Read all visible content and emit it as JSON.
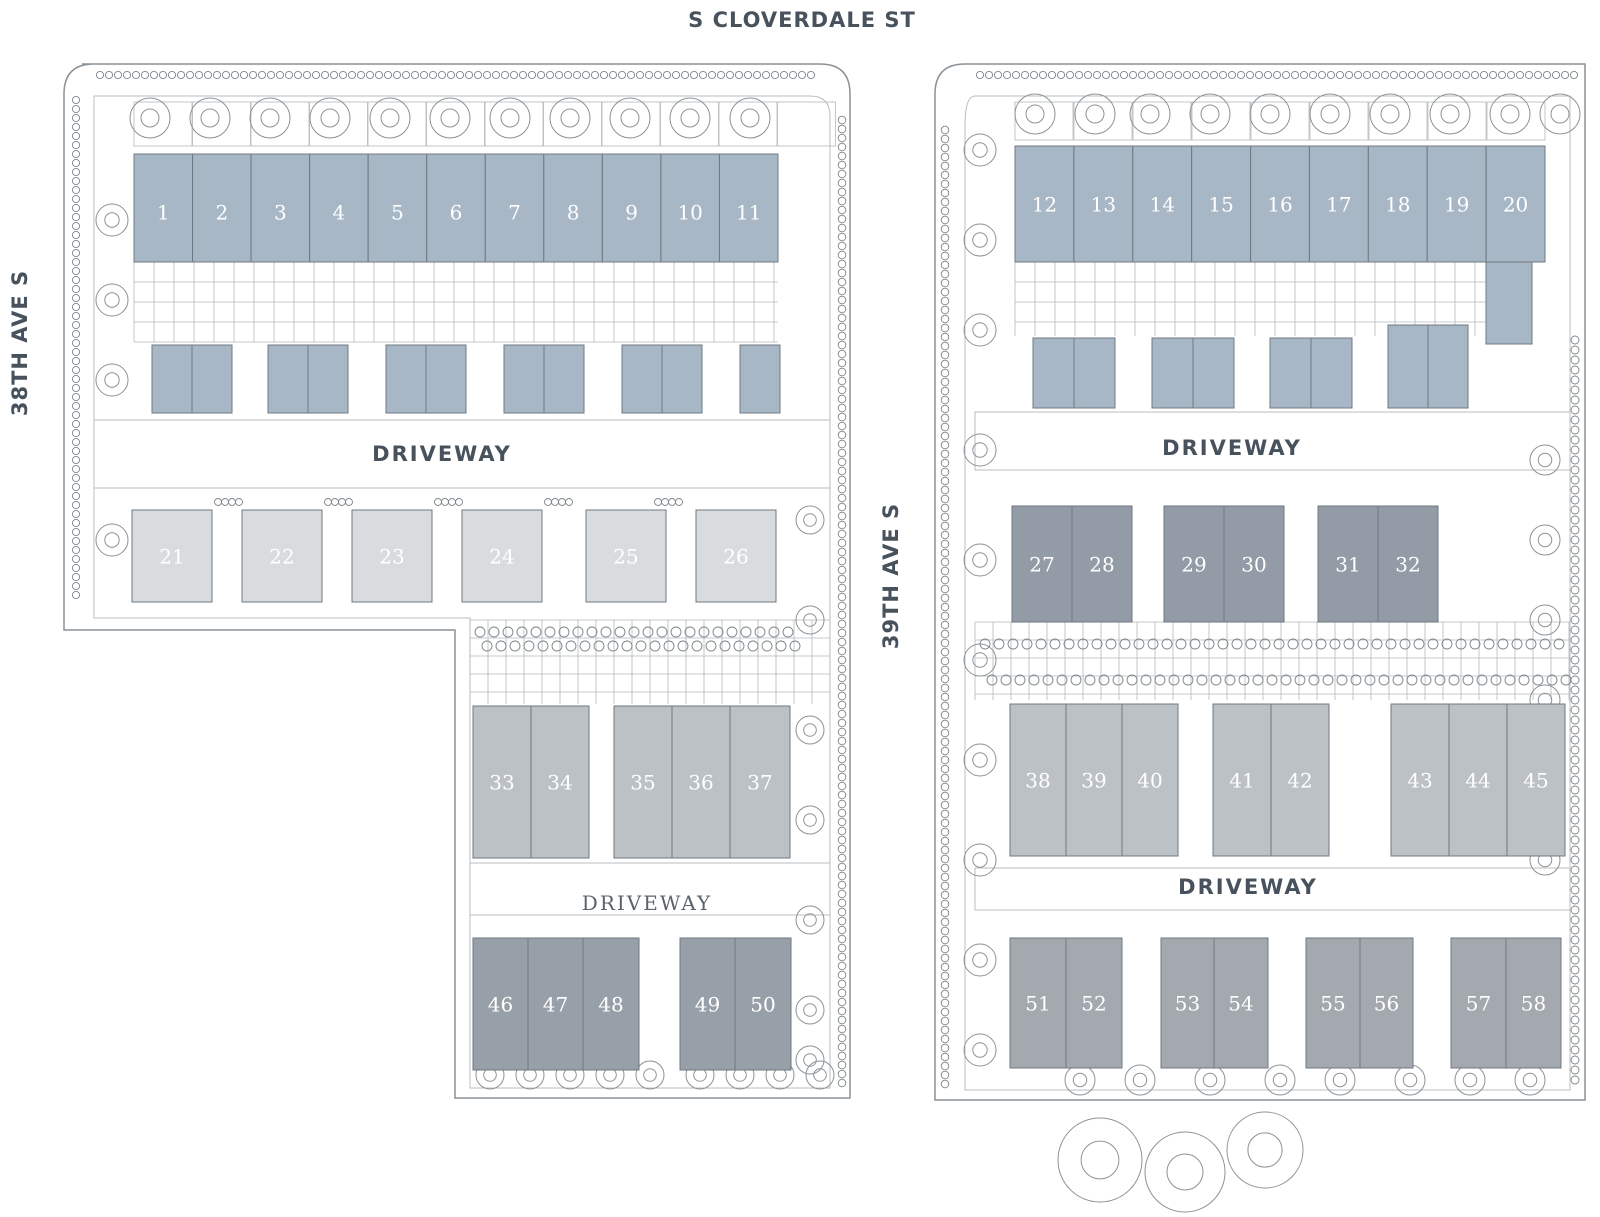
{
  "streets": {
    "north": "S CLOVERDALE ST",
    "west": "38TH AVE S",
    "middle": "39TH AVE S"
  },
  "driveways": {
    "a": "DRIVEWAY",
    "b": "DRIVEWAY",
    "c": "DRIVEWAY",
    "d": "DRIVEWAY"
  },
  "colors": {
    "blue": "#a8b7c6",
    "light": "#d8dcdf",
    "dark": "#939ca6",
    "mid": "#bcc1c6",
    "slate": "#97a0a8",
    "gray": "#a3a9ae",
    "label_light": "#ffffff",
    "label_dark": "#ffffff"
  },
  "units": {
    "row1": [
      "1",
      "2",
      "3",
      "4",
      "5",
      "6",
      "7",
      "8",
      "9",
      "10",
      "11"
    ],
    "row1b": [
      "12",
      "13",
      "14",
      "15",
      "16",
      "17",
      "18",
      "19",
      "20"
    ],
    "row2": [
      "21",
      "22",
      "23",
      "24",
      "25",
      "26"
    ],
    "row2b": [
      "27",
      "28",
      "29",
      "30",
      "31",
      "32"
    ],
    "row3": [
      "33",
      "34",
      "35",
      "36",
      "37"
    ],
    "row3b": [
      "38",
      "39",
      "40",
      "41",
      "42",
      "43",
      "44",
      "45"
    ],
    "row4": [
      "46",
      "47",
      "48",
      "49",
      "50"
    ],
    "row4b": [
      "51",
      "52",
      "53",
      "54",
      "55",
      "56",
      "57",
      "58"
    ]
  }
}
